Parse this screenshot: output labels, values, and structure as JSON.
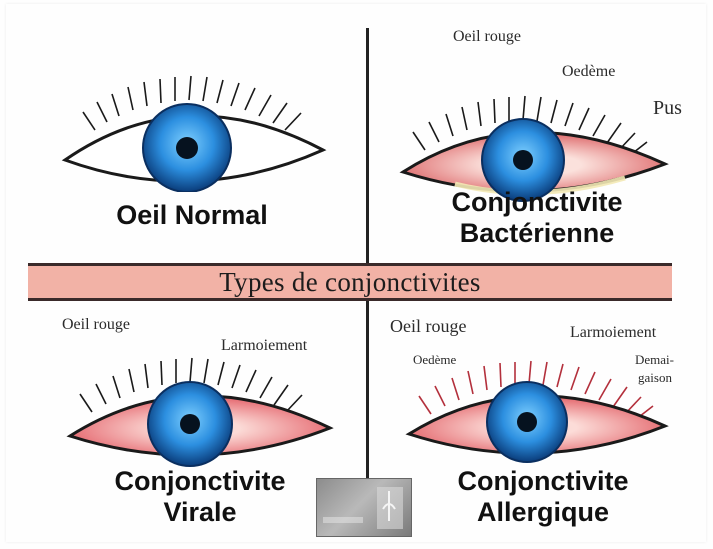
{
  "diagram": {
    "band_title": "Types de conjonctivites",
    "panels": [
      {
        "caption_lines": [
          "Oeil Normal"
        ],
        "state": "normal",
        "labels": []
      },
      {
        "caption_lines": [
          "Conjonctivite",
          "Bactérienne"
        ],
        "state": "bacterial",
        "labels": [
          "Oeil rouge",
          "Oedème",
          "Pus"
        ]
      },
      {
        "caption_lines": [
          "Conjonctivite",
          "Virale"
        ],
        "state": "viral",
        "labels": [
          "Oeil rouge",
          "Larmoiement"
        ]
      },
      {
        "caption_lines": [
          "Conjonctivite",
          "Allergique"
        ],
        "state": "allergic",
        "labels": [
          "Oeil rouge",
          "Larmoiement",
          "Oedème",
          "Demai-",
          "gaison"
        ]
      }
    ]
  },
  "colors": {
    "iris": "#2c8fe0",
    "iris_dark": "#0a3c7a",
    "pupil": "#06121f",
    "redness": "#e46a6a",
    "band": "#f2b2a6"
  }
}
